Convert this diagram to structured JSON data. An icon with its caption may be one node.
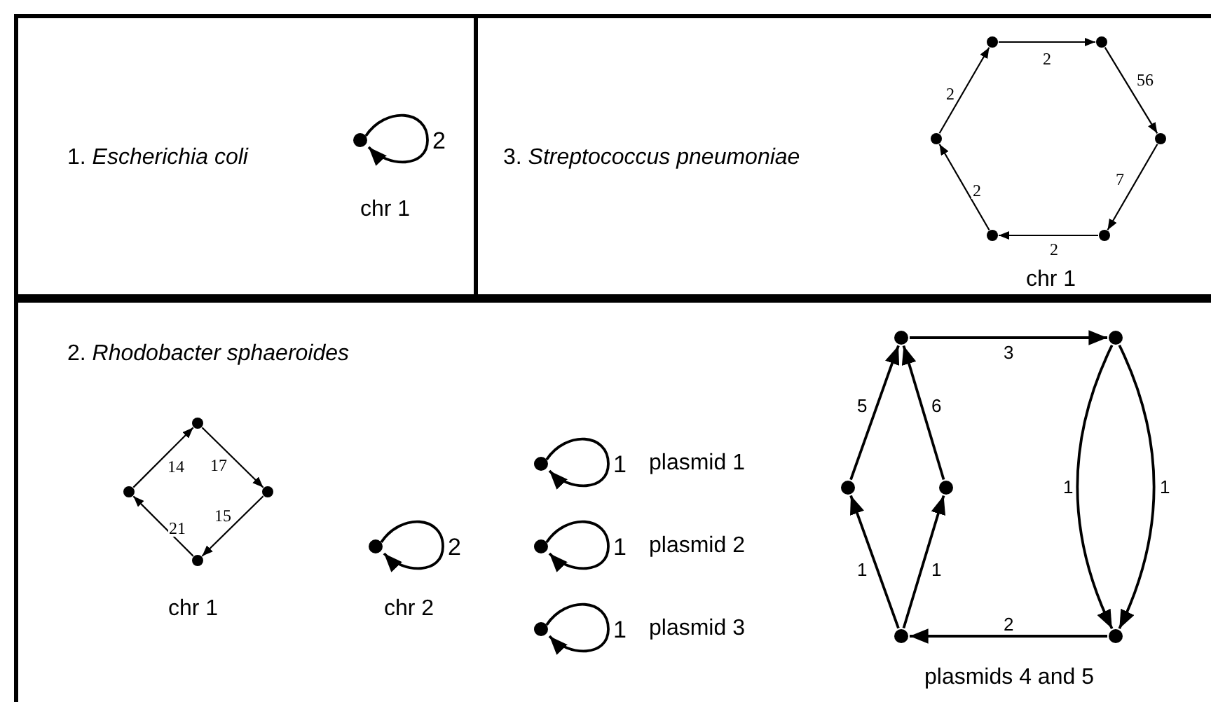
{
  "diagram": {
    "nodes": [
      {
        "text": [
          "1. *Escherichia coli*"
        ]
      },
      {
        "text": [],
        "shape": "circle",
        "in": 0
      },
      {
        "text": [
          "3. *Streptococcus pneumoniae*"
        ]
      },
      {
        "text": [],
        "shape": "circle",
        "in": 2
      },
      {
        "text": [],
        "shape": "circle",
        "in": 2
      },
      {
        "text": [],
        "shape": "circle",
        "in": 2
      },
      {
        "text": [],
        "shape": "circle",
        "in": 2
      },
      {
        "text": [],
        "shape": "circle",
        "in": 2
      },
      {
        "text": [],
        "shape": "circle",
        "in": 2
      },
      {
        "text": [
          "2. *Rhodobacter sphaeroides*"
        ]
      },
      {
        "text": [],
        "shape": "circle",
        "in": 9
      },
      {
        "text": [],
        "shape": "circle",
        "in": 9
      },
      {
        "text": [],
        "shape": "circle",
        "in": 9
      },
      {
        "text": [],
        "shape": "circle",
        "in": 9
      },
      {
        "text": [],
        "shape": "circle",
        "in": 9
      },
      {
        "text": [],
        "shape": "circle",
        "in": 9
      },
      {
        "text": [],
        "shape": "circle",
        "in": 9
      },
      {
        "text": [],
        "shape": "circle",
        "in": 9
      },
      {
        "text": [],
        "shape": "circle",
        "in": 9
      },
      {
        "text": [],
        "shape": "circle",
        "in": 9
      },
      {
        "text": [],
        "shape": "circle",
        "in": 9
      },
      {
        "text": [],
        "shape": "circle",
        "in": 9
      },
      {
        "text": [],
        "shape": "circle",
        "in": 9
      },
      {
        "text": [],
        "shape": "circle",
        "in": 9
      }
    ],
    "edges": [
      {
        "from": 1,
        "to": 1,
        "arrow": "to",
        "label": "2"
      },
      {
        "from": 3,
        "to": 4,
        "arrow": "to",
        "label": "2"
      },
      {
        "from": 4,
        "to": 5,
        "arrow": "to",
        "label": "56"
      },
      {
        "from": 5,
        "to": 6,
        "arrow": "to",
        "label": "7"
      },
      {
        "from": 6,
        "to": 7,
        "arrow": "to",
        "label": "2"
      },
      {
        "from": 7,
        "to": 8,
        "arrow": "to",
        "label": "2"
      },
      {
        "from": 8,
        "to": 3,
        "arrow": "to",
        "label": "2"
      },
      {
        "from": 11,
        "to": 10,
        "arrow": "to",
        "label": "14"
      },
      {
        "from": 10,
        "to": 12,
        "arrow": "to",
        "label": "17"
      },
      {
        "from": 12,
        "to": 13,
        "arrow": "to",
        "label": "15"
      },
      {
        "from": 13,
        "to": 11,
        "arrow": "to",
        "label": "21"
      },
      {
        "from": 14,
        "to": 14,
        "arrow": "to",
        "label": "2"
      },
      {
        "from": 15,
        "to": 15,
        "arrow": "to",
        "label": "1"
      },
      {
        "from": 16,
        "to": 16,
        "arrow": "to",
        "label": "1"
      },
      {
        "from": 17,
        "to": 17,
        "arrow": "to",
        "label": "1"
      },
      {
        "from": 18,
        "to": 19,
        "arrow": "to",
        "label": "3"
      },
      {
        "from": 20,
        "to": 18,
        "arrow": "to",
        "label": "5"
      },
      {
        "from": 21,
        "to": 18,
        "arrow": "to",
        "label": "6"
      },
      {
        "from": 22,
        "to": 20,
        "arrow": "to",
        "label": "1"
      },
      {
        "from": 22,
        "to": 21,
        "arrow": "to",
        "label": "1"
      },
      {
        "from": 19,
        "to": 23,
        "arrow": "to",
        "label": "1"
      },
      {
        "from": 19,
        "to": 23,
        "arrow": "to",
        "label": "1"
      },
      {
        "from": 23,
        "to": 22,
        "arrow": "to",
        "label": "2"
      }
    ],
    "labels": [
      "chr 1",
      "chr 1",
      "plasmid 1",
      "plasmid 2",
      "chr 1",
      "chr 2",
      "plasmid 3",
      "plasmids 4 and 5"
    ]
  }
}
